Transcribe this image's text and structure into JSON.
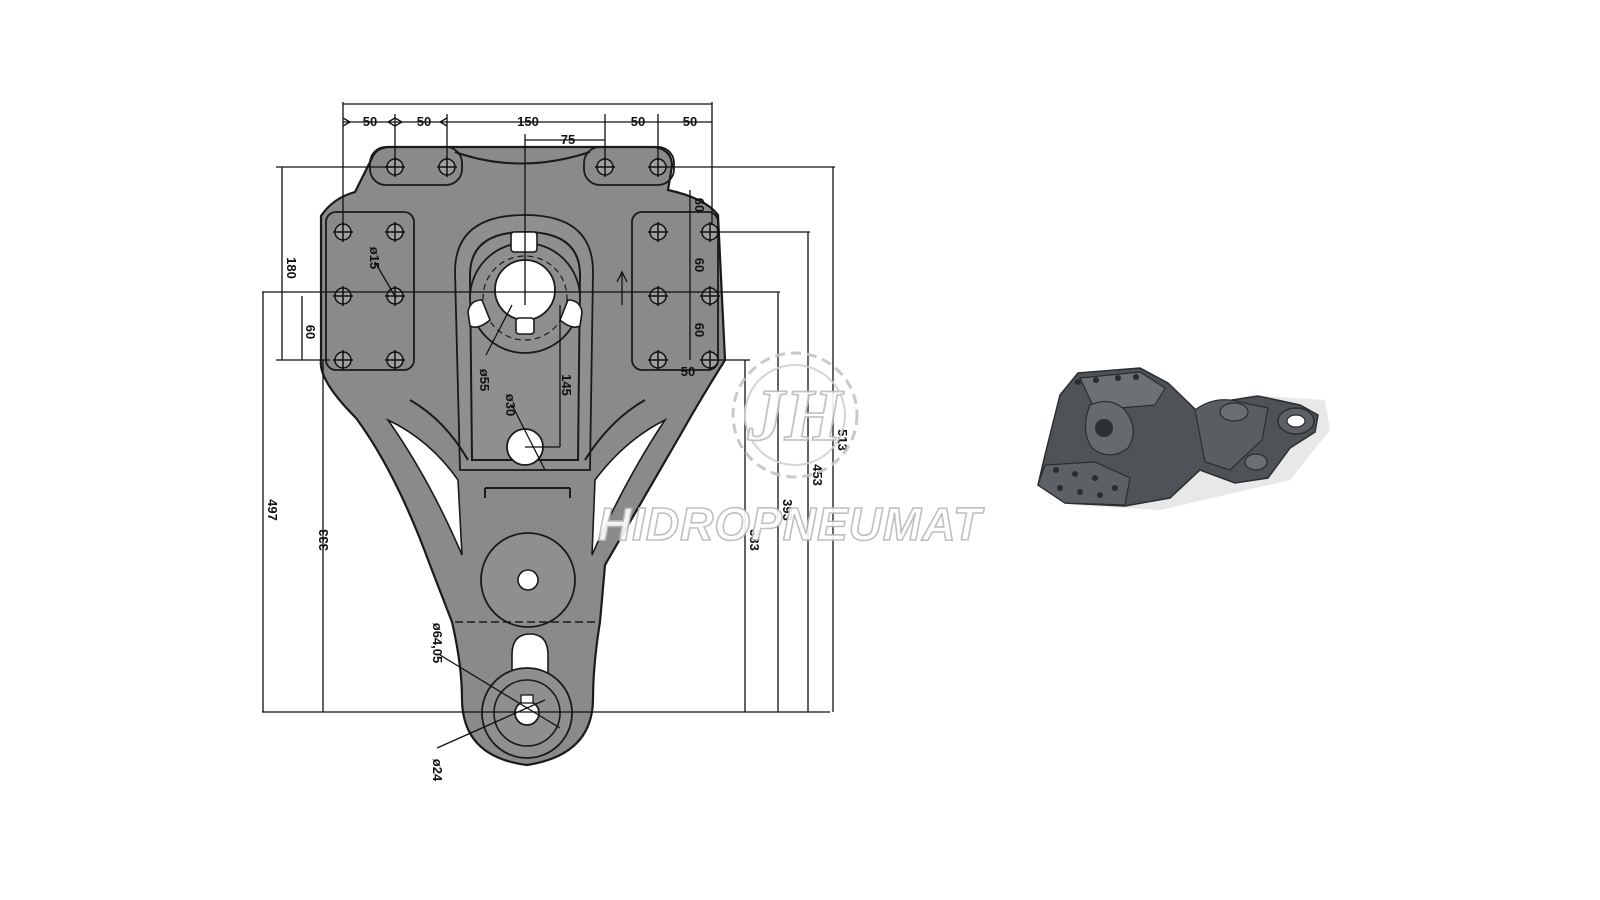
{
  "dimensions": {
    "top": [
      "50",
      "50",
      "150",
      "50",
      "50"
    ],
    "top_offset": "75",
    "left_180": "180",
    "left_60": "60",
    "left_497": "497",
    "left_333": "333",
    "right_60_a": "60",
    "right_60_b": "60",
    "right_60_c": "60",
    "right_50": "50",
    "right_333": "333",
    "right_393": "393",
    "right_453": "453",
    "right_513": "513",
    "d15": "ø15",
    "d55": "ø55",
    "d30": "ø30",
    "v145": "145",
    "d64": "ø64,05",
    "d24": "ø24"
  },
  "watermark": {
    "brand": "HIDROPNEUMAT",
    "logo": "JH"
  },
  "colors": {
    "part_fill": "#8a8a8a",
    "line": "#111111",
    "photo_body": "#4f5257"
  }
}
